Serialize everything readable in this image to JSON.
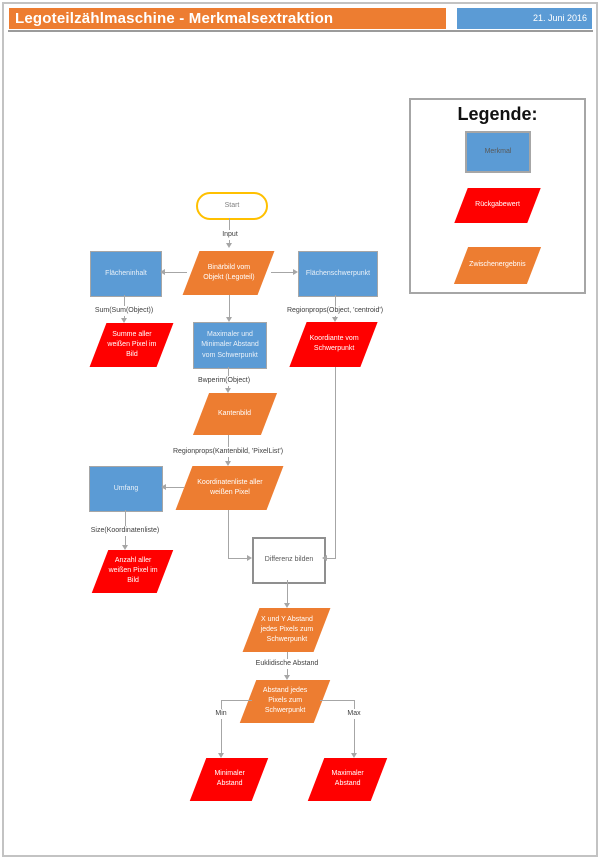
{
  "header": {
    "title": "Legoteilzählmaschine - Merkmalsextraktion",
    "date": "21. Juni 2016"
  },
  "legend": {
    "title": "Legende:",
    "items": [
      {
        "label": "Merkmal"
      },
      {
        "label": "Rückgabewert"
      },
      {
        "label": "Zwischenergebnis"
      }
    ]
  },
  "flowchart": {
    "nodes": {
      "start": {
        "label": "Start"
      },
      "flaecheninhalt": {
        "label": "Flächeninhalt"
      },
      "binaerbild": {
        "label": "Binärbild vom Objekt (Legoteil)"
      },
      "flaechenschwerpunkt": {
        "label": "Flächenschwerpunkt"
      },
      "summe_pixel": {
        "label": "Summe aller weißen Pixel im Bild"
      },
      "maxmin_abstand": {
        "label": "Maximaler und Minimaler Abstand vom Schwerpunkt"
      },
      "koordinate_schwerpunkt": {
        "label": "Koordiante vom Schwerpunkt"
      },
      "kantenbild": {
        "label": "Kantenbild"
      },
      "umfang": {
        "label": "Umfang"
      },
      "koordinatenliste": {
        "label": "Koordinatenliste aller weißen Pixel"
      },
      "anzahl_pixel": {
        "label": "Anzahl aller weißen Pixel im Bild"
      },
      "differenz": {
        "label": "Differenz bilden"
      },
      "xy_abstand": {
        "label": "X und Y Abstand jedes Pixels zum Schwerpunkt"
      },
      "abstand_pixel": {
        "label": "Abstand jedes Pixels zum Schwerpunkt"
      },
      "min_abstand": {
        "label": "Minimaler Abstand"
      },
      "max_abstand": {
        "label": "Maximaler Abstand"
      }
    },
    "edge_labels": {
      "input": "Input",
      "sum": "Sum(Sum(Object))",
      "regionprops_centroid": "Regionprops(Object, 'centroid')",
      "bwperim": "Bwperim(Object)",
      "regionprops_pixellist": "Regionprops(Kantenbild, 'PixelList')",
      "size": "Size(Koordinatenliste)",
      "euklid": "Euklidische Abstand",
      "min": "Min",
      "max": "Max"
    }
  },
  "colors": {
    "accent_orange": "#ED7D31",
    "accent_blue": "#5B9BD5",
    "return_red": "#FF0000",
    "start_gold": "#FFC000",
    "connector_gray": "#A6A6A6"
  }
}
